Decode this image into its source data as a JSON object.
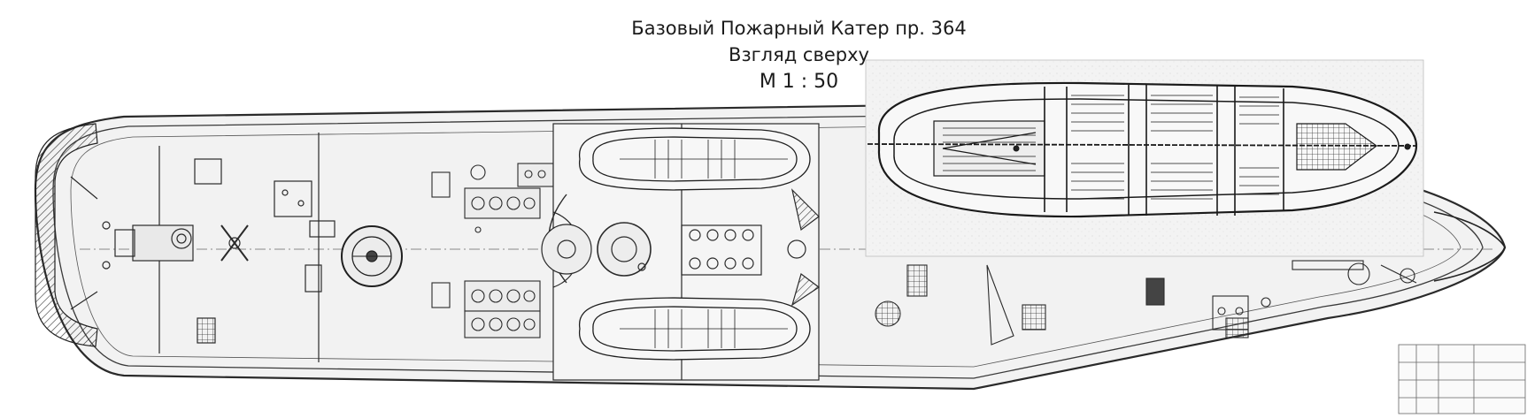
{
  "drawing": {
    "title": "Базовый Пожарный Катер пр. 364",
    "view": "Взгляд сверху",
    "scale": "М 1 : 50"
  },
  "colors": {
    "paper": "#ffffff",
    "deck": "#f1f1f1",
    "line": "#2a2a2a",
    "inset_paper": "#f6f6f6"
  }
}
